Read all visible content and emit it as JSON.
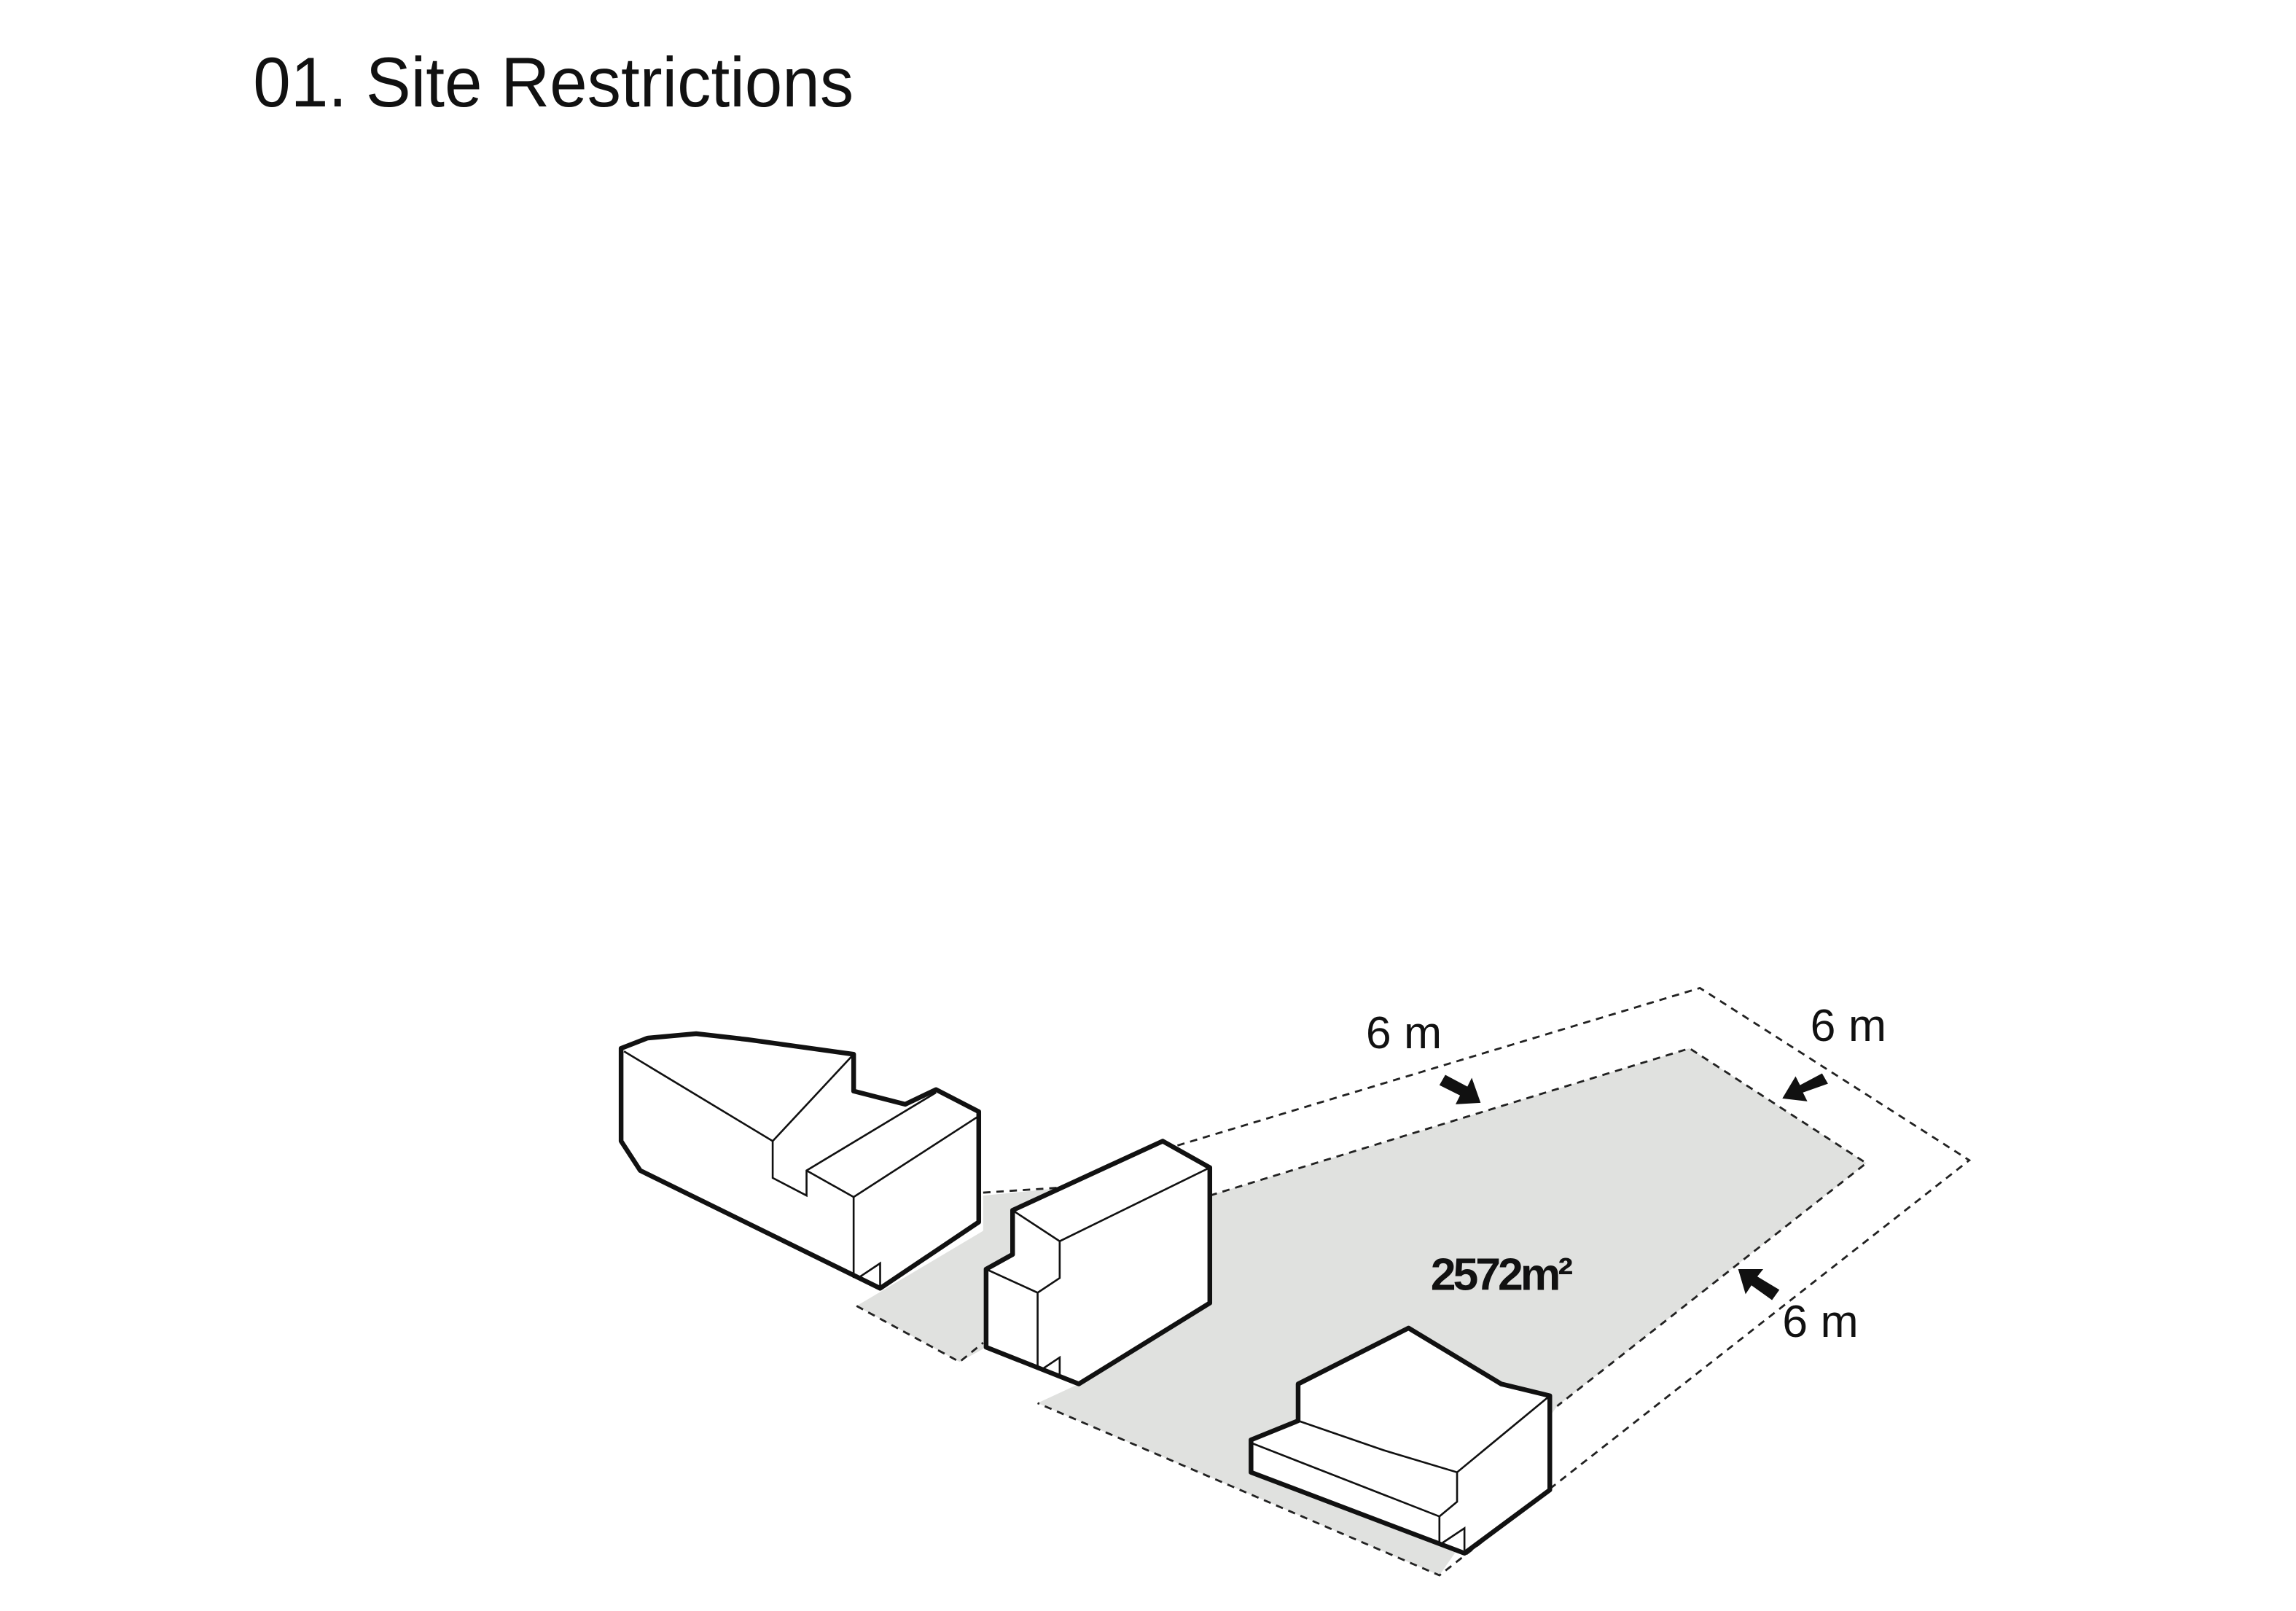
{
  "title": "01. Site Restrictions",
  "diagram": {
    "area_label": "2572m²",
    "setbacks": [
      {
        "label": "6 m",
        "side": "north-west"
      },
      {
        "label": "6 m",
        "side": "north-east"
      },
      {
        "label": "6 m",
        "side": "south-east"
      }
    ],
    "colors": {
      "buildable_area": "#e0e1df",
      "lines": "#111111"
    }
  }
}
